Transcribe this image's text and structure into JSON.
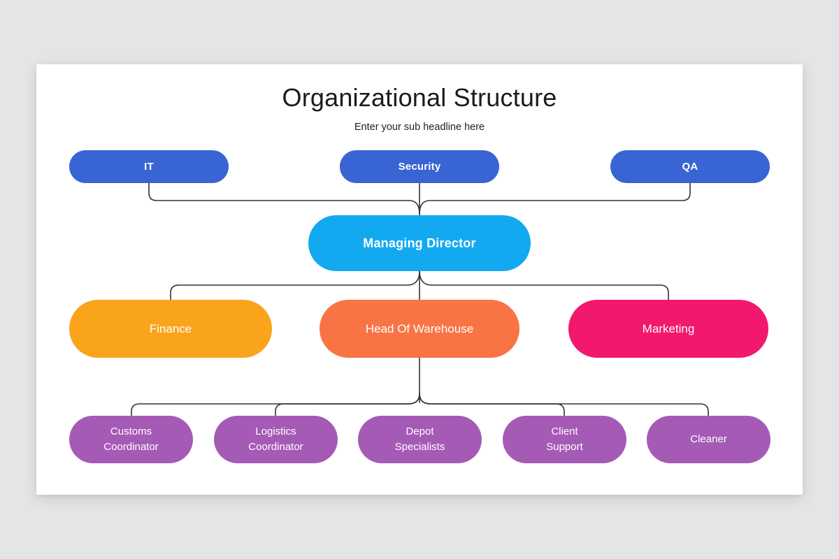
{
  "page": {
    "background_color": "#e4e5e7",
    "card_background_color": "#ffffff"
  },
  "header": {
    "title": "Organizational Structure",
    "subtitle": "Enter your sub headline here"
  },
  "colors": {
    "level1_blue": "#3865d3",
    "director_cyan": "#12a9f1",
    "finance_amber": "#f9a41b",
    "warehouse_orange": "#f87445",
    "marketing_pink": "#f2186d",
    "level4_purple": "#a55ab6",
    "connector_line": "#333333"
  },
  "nodes": {
    "it": {
      "label": "IT",
      "color": "#3865d3"
    },
    "security": {
      "label": "Security",
      "color": "#3865d3"
    },
    "qa": {
      "label": "QA",
      "color": "#3865d3"
    },
    "managing_director": {
      "label": "Managing Director",
      "color": "#12a9f1"
    },
    "finance": {
      "label": "Finance",
      "color": "#f9a41b"
    },
    "head_of_warehouse": {
      "label": "Head Of Warehouse",
      "color": "#f87445"
    },
    "marketing": {
      "label": "Marketing",
      "color": "#f2186d"
    },
    "customs_coordinator": {
      "label": "Customs\nCoordinator",
      "color": "#a55ab6"
    },
    "logistics_coordinator": {
      "label": "Logistics\nCoordinator",
      "color": "#a55ab6"
    },
    "depot_specialists": {
      "label": "Depot\nSpecialists",
      "color": "#a55ab6"
    },
    "client_support": {
      "label": "Client\nSupport",
      "color": "#a55ab6"
    },
    "cleaner": {
      "label": "Cleaner",
      "color": "#a55ab6"
    }
  }
}
